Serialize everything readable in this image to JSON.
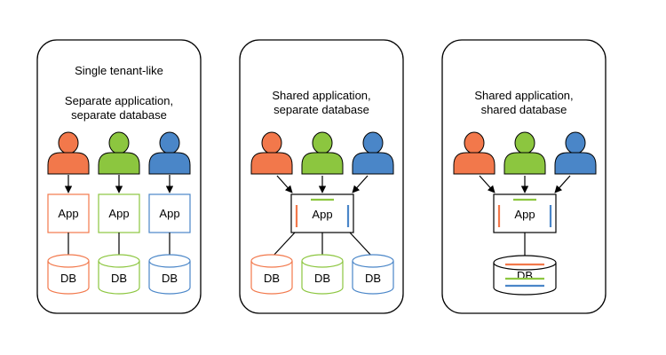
{
  "colors": {
    "orange": "#F2784B",
    "green": "#8CC63F",
    "blue": "#4A86C8",
    "outline": "#000000"
  },
  "icons": {
    "user": "user-icon",
    "database": "database-cylinder-icon"
  },
  "panels": [
    {
      "subtitle": "Single tenant-like",
      "title_line1": "Separate application,",
      "title_line2": "separate database",
      "app_labels": [
        "App",
        "App",
        "App"
      ],
      "db_labels": [
        "DB",
        "DB",
        "DB"
      ]
    },
    {
      "title_line1": "Shared application,",
      "title_line2": "separate database",
      "app_label": "App",
      "db_labels": [
        "DB",
        "DB",
        "DB"
      ]
    },
    {
      "title_line1": "Shared application,",
      "title_line2": "shared database",
      "app_label": "App",
      "db_label": "DB"
    }
  ]
}
